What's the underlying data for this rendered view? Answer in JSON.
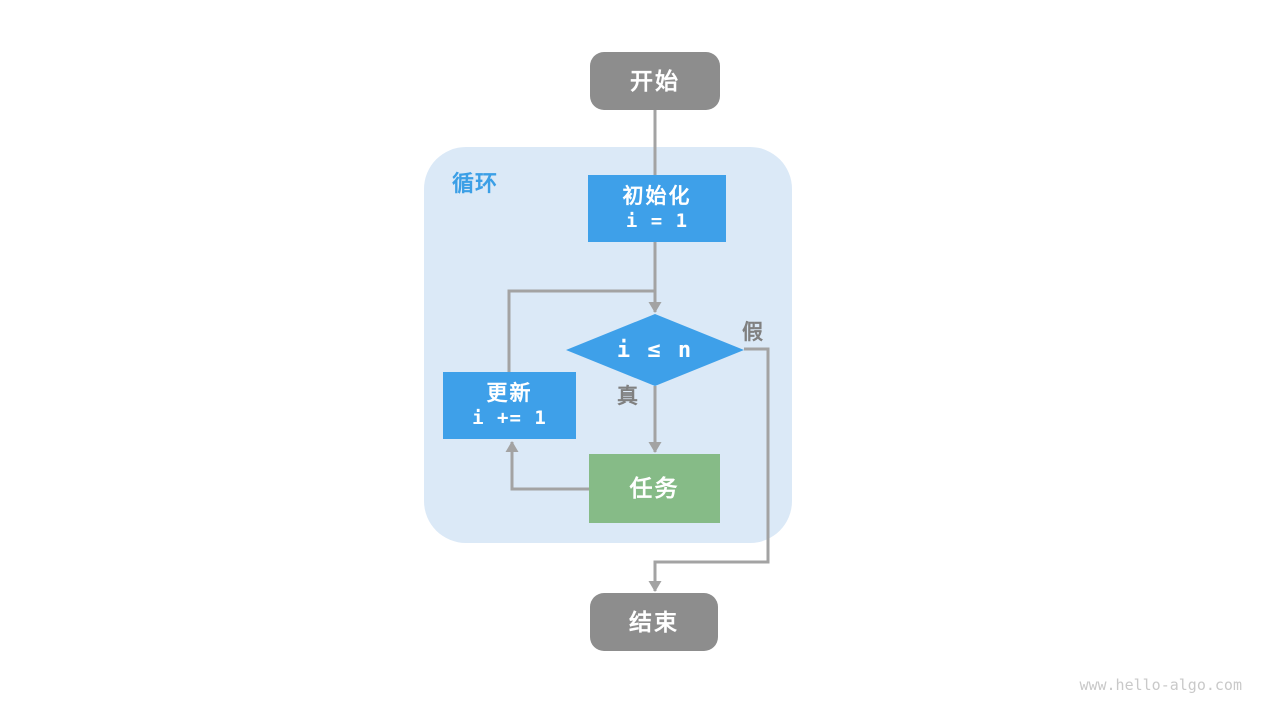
{
  "page": {
    "watermark": "www.hello-algo.com"
  },
  "colors": {
    "blue": "#3ea0e9",
    "green": "#86bb87",
    "gray_node": "#8d8d8d",
    "container": "#dbe9f7",
    "line": "#a3a3a3",
    "label_gray": "#808080",
    "loop_label": "#3b9fe6",
    "watermark": "#c9c9c9",
    "white": "#ffffff"
  },
  "flowchart": {
    "start": {
      "label": "开始"
    },
    "loop_container": {
      "label": "循环"
    },
    "init": {
      "label": "初始化",
      "code": "i = 1"
    },
    "condition": {
      "code": "i ≤ n"
    },
    "branch_true": {
      "label": "真"
    },
    "branch_false": {
      "label": "假"
    },
    "update": {
      "label": "更新",
      "code": "i += 1"
    },
    "task": {
      "label": "任务"
    },
    "end": {
      "label": "结束"
    }
  }
}
